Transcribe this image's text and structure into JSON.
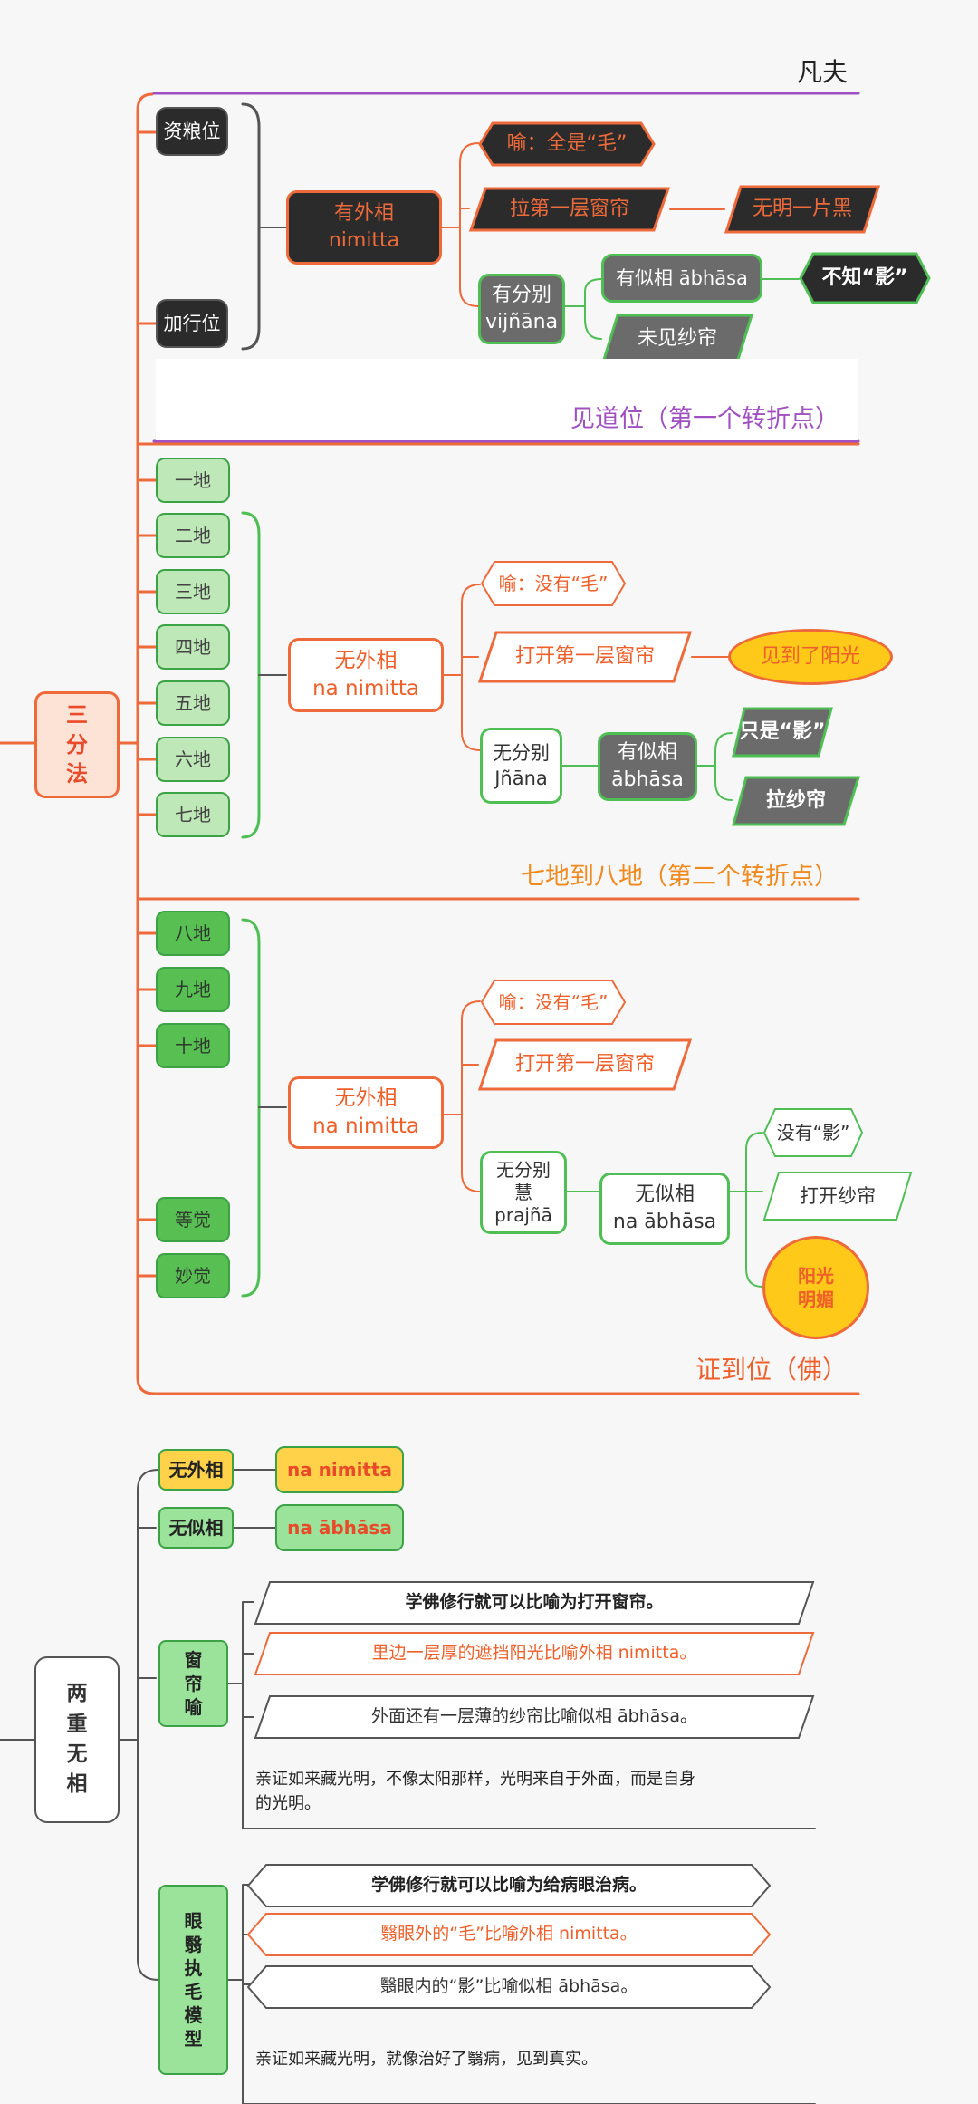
{
  "part1": {
    "root": "三\n分\n法",
    "ordinary_label": "凡夫",
    "section1": {
      "stages": [
        "资粮位",
        "加行位"
      ],
      "center": "有外相\nnimitta",
      "metaphor": "喻：全是“毛”",
      "curtain": "拉第一层窗帘",
      "result": "无明一片黑",
      "discrim": "有分别\nvijñāna",
      "abhasa": "有似相 ābhāsa",
      "shadow": "不知“影”",
      "gauze": "未见纱帘",
      "footer": "见道位（第一个转折点）"
    },
    "section2": {
      "stages": [
        "一地",
        "二地",
        "三地",
        "四地",
        "五地",
        "六地",
        "七地"
      ],
      "center": "无外相\nna nimitta",
      "metaphor": "喻：没有“毛”",
      "curtain": "打开第一层窗帘",
      "result": "见到了阳光",
      "discrim": "无分别\nJñāna",
      "abhasa": "有似相\nābhāsa",
      "shadow": "只是“影”",
      "gauze": "拉纱帘",
      "footer": "七地到八地（第二个转折点）"
    },
    "section3": {
      "stages": [
        "八地",
        "九地",
        "十地",
        "等觉",
        "妙觉"
      ],
      "center": "无外相\nna nimitta",
      "metaphor": "喻：没有“毛”",
      "curtain": "打开第一层窗帘",
      "discrim": "无分别\n慧\nprajñā",
      "abhasa": "无似相\nna ābhāsa",
      "shadow": "没有“影”",
      "gauze": "打开纱帘",
      "result": "阳光\n明媚",
      "footer": "证到位（佛）"
    }
  },
  "part2": {
    "root": "两\n重\n无\n相",
    "row1": {
      "label": "无外相",
      "value": "na nimitta"
    },
    "row2": {
      "label": "无似相",
      "value": "na ābhāsa"
    },
    "window": {
      "label": "窗\n帘\n喻",
      "items": [
        "学佛修行就可以比喻为打开窗帘。",
        "里边一层厚的遮挡阳光比喻外相 nimitta。",
        "外面还有一层薄的纱帘比喻似相 ābhāsa。"
      ],
      "note": "亲证如来藏光明，不像太阳那样，光明来自于外面，而是自身\n的光明。"
    },
    "eye": {
      "label": "眼\n翳\n执\n毛\n模\n型",
      "items": [
        "学佛修行就可以比喻为给病眼治病。",
        "翳眼外的“毛”比喻外相 nimitta。",
        "翳眼内的“影”比喻似相 ābhāsa。"
      ],
      "note": "亲证如来藏光明，就像治好了翳病，见到真实。"
    }
  },
  "colors": {
    "orange": "#ef6a3a",
    "green": "#4fbf55",
    "purple": "#a050c0",
    "dark": "#2b2b2b",
    "gray": "#6b6b6b",
    "yellow": "#ffd24a"
  }
}
